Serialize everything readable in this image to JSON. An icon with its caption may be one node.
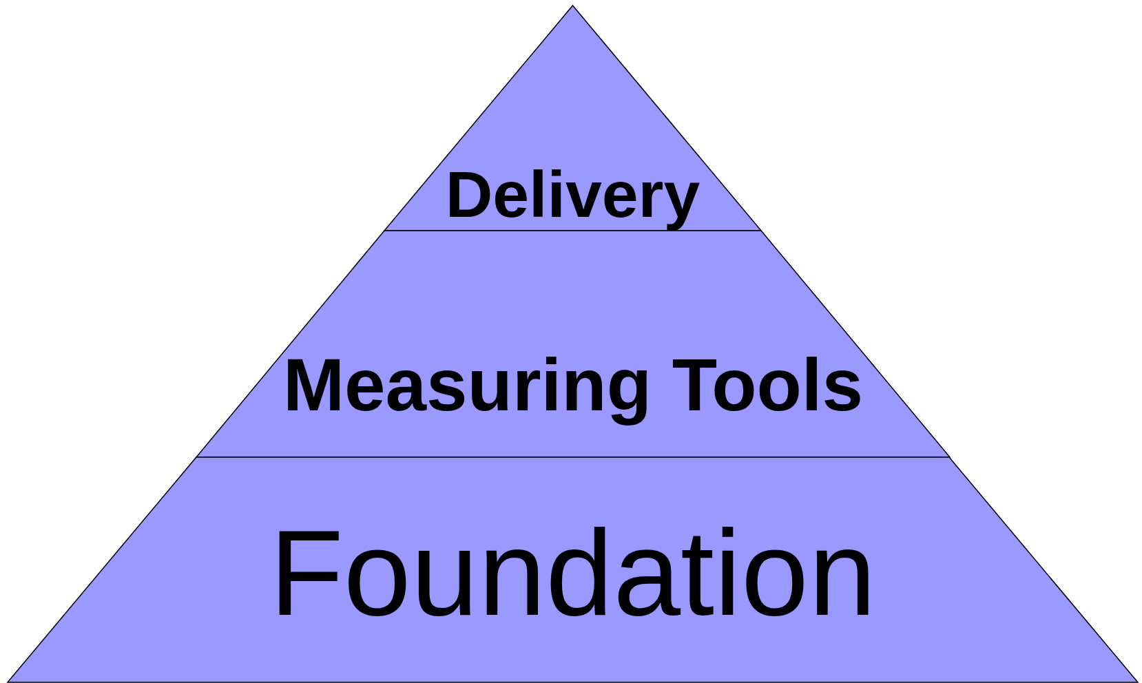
{
  "diagram": {
    "nodes": [
      {
        "text": [
          "Delivery"
        ]
      },
      {
        "text": [
          "Measuring Tools"
        ]
      },
      {
        "text": [
          "Foundation"
        ]
      }
    ]
  }
}
